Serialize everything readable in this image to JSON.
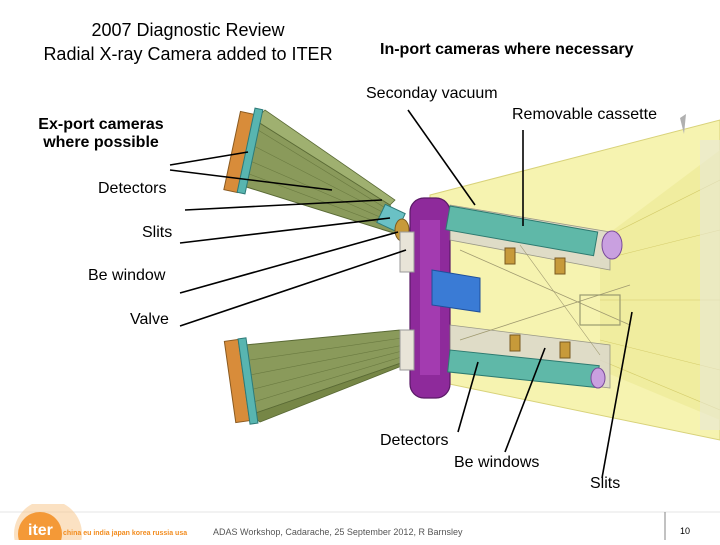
{
  "title": {
    "line1": "2007 Diagnostic Review",
    "line2": "Radial X-ray Camera added to ITER"
  },
  "labels": {
    "inport": "In-port cameras where necessary",
    "secondary_vacuum": "Seconday vacuum",
    "removable_cassette": "Removable cassette",
    "export_line1": "Ex-port cameras",
    "export_line2": "where possible",
    "detectors_left": "Detectors",
    "slits_left": "Slits",
    "be_window_left": "Be window",
    "valve_left": "Valve",
    "detectors_bottom": "Detectors",
    "be_windows_bottom": "Be windows",
    "slits_bottom": "Slits"
  },
  "footer": {
    "logo_text": "iter",
    "logo_tagline": "china eu india japan korea russia usa",
    "workshop": "ADAS Workshop, Cadarache, 25 September 2012, R Barnsley",
    "page_number": "10"
  },
  "colors": {
    "camera_green": "#8a9a5b",
    "plasma_yellow": "#f3f0a0",
    "port_purple": "#8e2a9b",
    "detector_teal": "#5fb8a8",
    "accent_orange": "#f28c1e"
  }
}
